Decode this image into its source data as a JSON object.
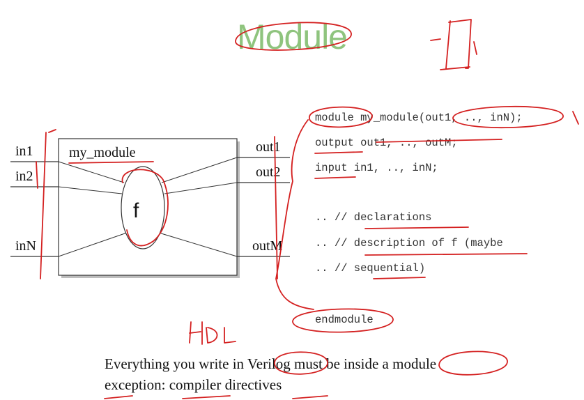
{
  "slide": {
    "title": "Module",
    "diagram": {
      "module_name": "my_module",
      "function_label": "f",
      "inputs": [
        "in1",
        "in2",
        "inN"
      ],
      "outputs": [
        "out1",
        "out2",
        "outM"
      ]
    },
    "code": [
      "module my_module(out1, .., inN);",
      "output out1, .., outM;",
      "input in1, .., inN;",
      ".. // declarations",
      ".. // description of f (maybe",
      ".. // sequential)",
      "endmodule"
    ],
    "statement": "Everything you write in Verilog must be inside a module",
    "exception": "exception: compiler directives",
    "annotation": "HDL"
  }
}
